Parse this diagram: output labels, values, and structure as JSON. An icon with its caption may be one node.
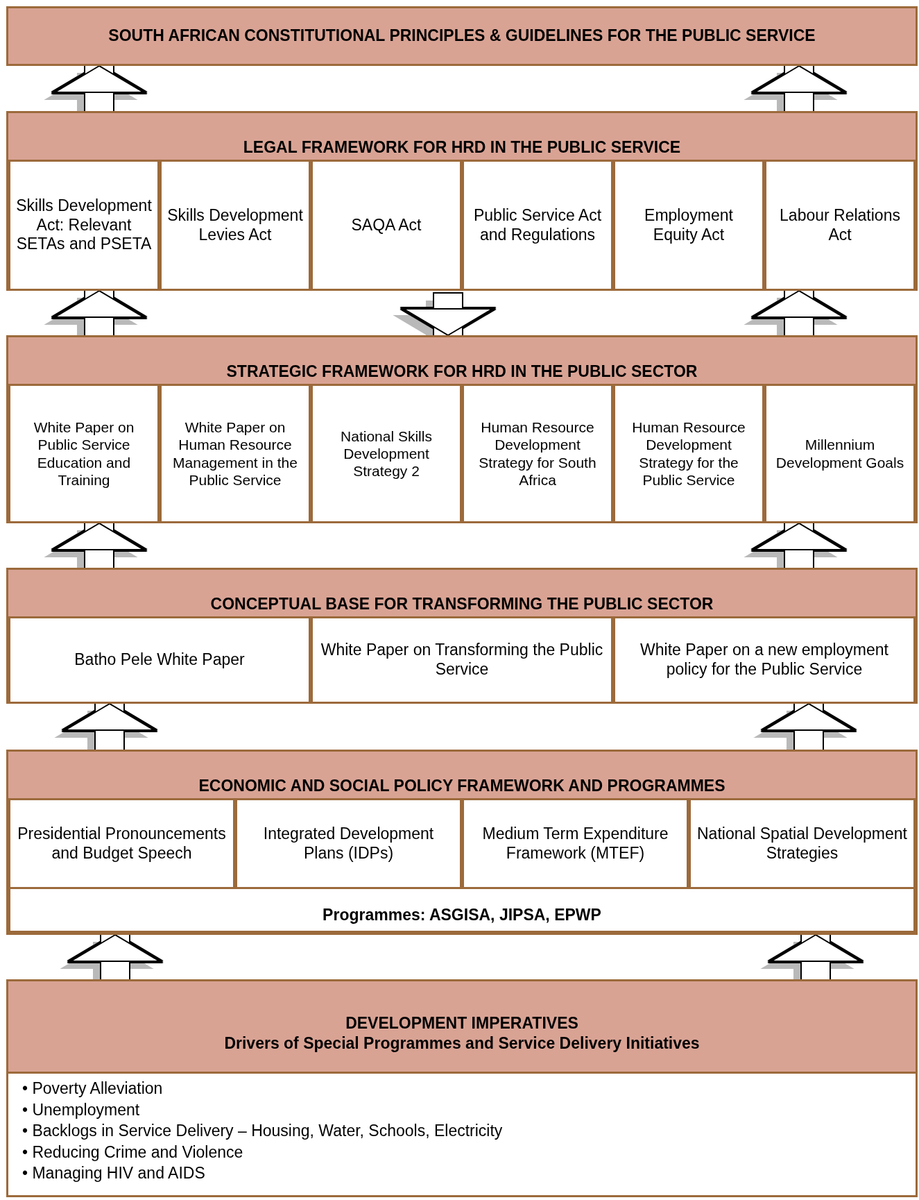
{
  "diagram": {
    "nodes": [
      {
        "text": [
          "SOUTH AFRICAN CONSTITUTIONAL PRINCIPLES & GUIDELINES FOR THE PUBLIC SERVICE"
        ]
      },
      {
        "text": [
          "LEGAL FRAMEWORK FOR HRD IN THE PUBLIC SERVICE"
        ]
      },
      {
        "text": [
          "Skills Development Act: Relevant SETAs and PSETA"
        ],
        "in": 1
      },
      {
        "text": [
          "Skills Development Levies Act"
        ],
        "in": 1
      },
      {
        "text": [
          "SAQA Act"
        ],
        "in": 1
      },
      {
        "text": [
          "Public Service Act and Regulations"
        ],
        "in": 1
      },
      {
        "text": [
          "Employment Equity Act"
        ],
        "in": 1
      },
      {
        "text": [
          "Labour Relations Act"
        ],
        "in": 1
      },
      {
        "text": [
          "STRATEGIC FRAMEWORK FOR HRD IN THE PUBLIC SECTOR"
        ]
      },
      {
        "text": [
          "White Paper on Public Service Education and Training"
        ],
        "in": 8
      },
      {
        "text": [
          "White Paper on Human Resource Management in the Public Service"
        ],
        "in": 8
      },
      {
        "text": [
          "National Skills Development Strategy 2"
        ],
        "in": 8
      },
      {
        "text": [
          "Human Resource Development Strategy for South Africa"
        ],
        "in": 8
      },
      {
        "text": [
          "Human Resource Development Strategy for the Public Service"
        ],
        "in": 8
      },
      {
        "text": [
          "Millennium Development Goals"
        ],
        "in": 8
      },
      {
        "text": [
          "CONCEPTUAL BASE FOR TRANSFORMING THE PUBLIC SECTOR"
        ]
      },
      {
        "text": [
          "Batho Pele White Paper"
        ],
        "in": 15
      },
      {
        "text": [
          "White Paper on Transforming the Public Service"
        ],
        "in": 15
      },
      {
        "text": [
          "White Paper on a new employment policy for the Public Service"
        ],
        "in": 15
      },
      {
        "text": [
          "ECONOMIC AND SOCIAL POLICY FRAMEWORK AND PROGRAMMES"
        ]
      },
      {
        "text": [
          "Presidential Pronouncements and Budget Speech"
        ],
        "in": 19
      },
      {
        "text": [
          "Integrated Development Plans (IDPs)"
        ],
        "in": 19
      },
      {
        "text": [
          "Medium Term Expenditure Framework (MTEF)"
        ],
        "in": 19
      },
      {
        "text": [
          "National Spatial Development Strategies"
        ],
        "in": 19
      },
      {
        "text": [
          "Programmes:  ASGISA, JIPSA, EPWP"
        ],
        "in": 19
      },
      {
        "text": [
          "DEVELOPMENT IMPERATIVES",
          "Drivers of Special Programmes and Service Delivery Initiatives",
          "• Poverty Alleviation",
          "• Unemployment",
          "• Backlogs in Service Delivery – Housing, Water, Schools, Electricity",
          "• Reducing Crime and Violence",
          "• Managing HIV and AIDS"
        ]
      }
    ],
    "edges": [
      {
        "from": 1,
        "to": 0,
        "arrow": "to"
      },
      {
        "from": 1,
        "to": 0,
        "arrow": "to"
      },
      {
        "from": 8,
        "to": 1,
        "arrow": "to"
      },
      {
        "from": 8,
        "to": 1,
        "arrow": "to"
      },
      {
        "from": 1,
        "to": 8,
        "arrow": "to"
      },
      {
        "from": 15,
        "to": 8,
        "arrow": "to"
      },
      {
        "from": 15,
        "to": 8,
        "arrow": "to"
      },
      {
        "from": 19,
        "to": 15,
        "arrow": "to"
      },
      {
        "from": 19,
        "to": 15,
        "arrow": "to"
      },
      {
        "from": 25,
        "to": 19,
        "arrow": "to"
      },
      {
        "from": 25,
        "to": 19,
        "arrow": "to"
      }
    ]
  }
}
